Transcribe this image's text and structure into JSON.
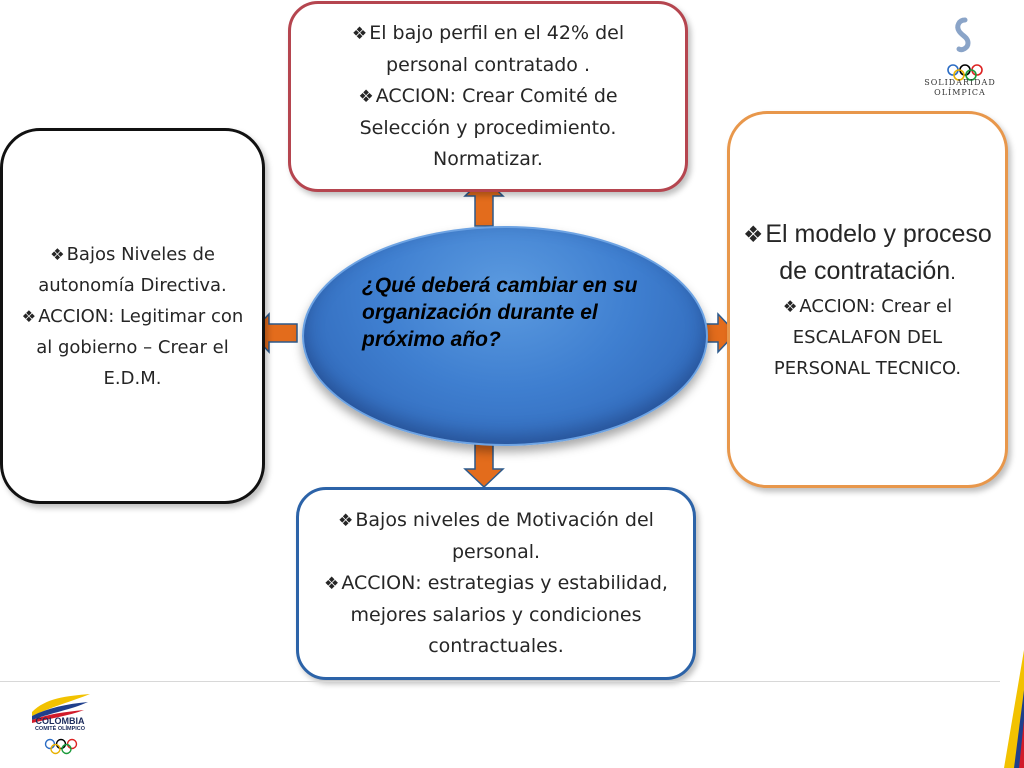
{
  "center": {
    "question": "¿Qué deberá cambiar en su organización durante el próximo año?"
  },
  "top_box": {
    "line1": "El bajo perfil en el 42% del personal contratado .",
    "line2": "ACCION: Crear Comité de Selección y procedimiento. Normatizar."
  },
  "left_box": {
    "line1": "Bajos Niveles de autonomía Directiva.",
    "line2": "ACCION: Legitimar con al gobierno – Crear el E.D.M."
  },
  "right_box": {
    "line1": "El modelo y proceso  de contratación",
    "line1_end": ".",
    "line2": "ACCION: Crear el ESCALAFON DEL PERSONAL TECNICO."
  },
  "bottom_box": {
    "line1": "Bajos niveles de Motivación del personal.",
    "line2": "ACCION: estrategias y estabilidad, mejores salarios y condiciones contractuales."
  },
  "bullet_glyph": "❖",
  "logos": {
    "top_right_line1": "SOLIDARIDAD",
    "top_right_line2": "OLÍMPICA",
    "bottom_left_line1": "COLOMBIA",
    "bottom_left_line2": "COMITÉ OLÍMPICO"
  },
  "colors": {
    "arrow": "#e36c1c",
    "ellipse": "#3f7fd0",
    "top_border": "#b5454f",
    "right_border": "#e8974b",
    "bottom_border": "#2c63a8",
    "left_border": "#111111"
  }
}
